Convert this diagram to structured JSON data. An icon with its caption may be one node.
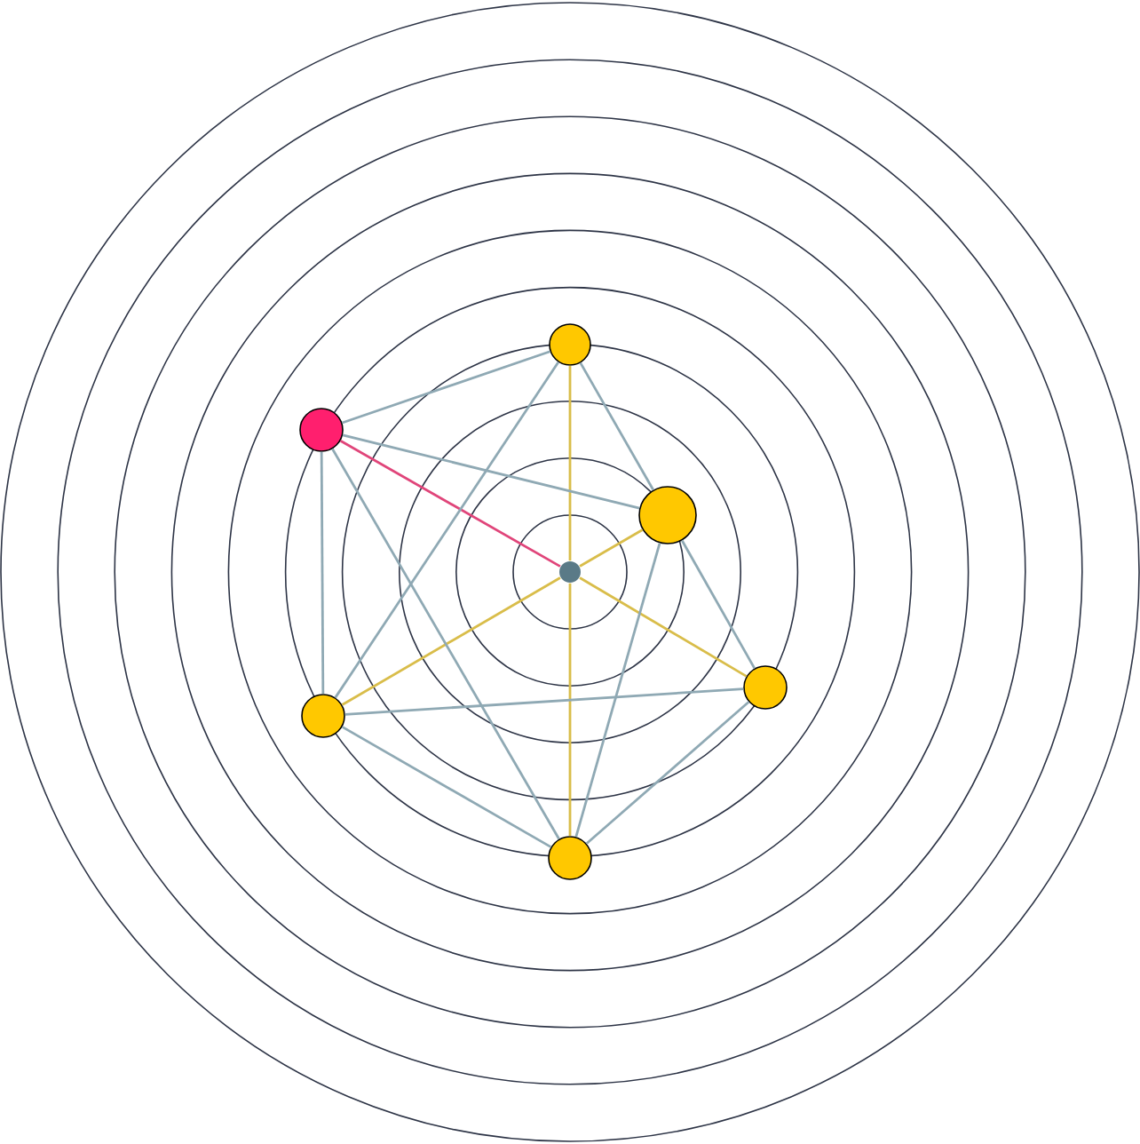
{
  "diagram": {
    "nodes": [
      {
        "text": [],
        "shape": "circle"
      },
      {
        "text": [],
        "shape": "circle"
      },
      {
        "text": [],
        "shape": "circle"
      },
      {
        "text": [],
        "shape": "circle"
      },
      {
        "text": [],
        "shape": "circle"
      },
      {
        "text": [],
        "shape": "circle"
      },
      {
        "text": [],
        "shape": "circle"
      }
    ],
    "edges": [
      {
        "from": 3,
        "to": 0,
        "arrow": "none",
        "color": "#d9bd4a"
      },
      {
        "from": 3,
        "to": 1,
        "arrow": "none",
        "color": "#e0457a"
      },
      {
        "from": 3,
        "to": 2,
        "arrow": "none",
        "color": "#d9bd4a"
      },
      {
        "from": 3,
        "to": 4,
        "arrow": "none",
        "color": "#d9bd4a"
      },
      {
        "from": 3,
        "to": 5,
        "arrow": "none",
        "color": "#d9bd4a"
      },
      {
        "from": 3,
        "to": 6,
        "arrow": "none",
        "color": "#d9bd4a"
      },
      {
        "from": 0,
        "to": 1,
        "arrow": "none"
      },
      {
        "from": 0,
        "to": 2,
        "arrow": "none"
      },
      {
        "from": 2,
        "to": 4,
        "arrow": "none"
      },
      {
        "from": 0,
        "to": 5,
        "arrow": "none"
      },
      {
        "from": 1,
        "to": 2,
        "arrow": "none"
      },
      {
        "from": 1,
        "to": 5,
        "arrow": "none"
      },
      {
        "from": 1,
        "to": 6,
        "arrow": "none"
      },
      {
        "from": 2,
        "to": 6,
        "arrow": "none"
      },
      {
        "from": 5,
        "to": 4,
        "arrow": "none"
      },
      {
        "from": 5,
        "to": 6,
        "arrow": "none"
      },
      {
        "from": 4,
        "to": 6,
        "arrow": "none"
      }
    ]
  }
}
